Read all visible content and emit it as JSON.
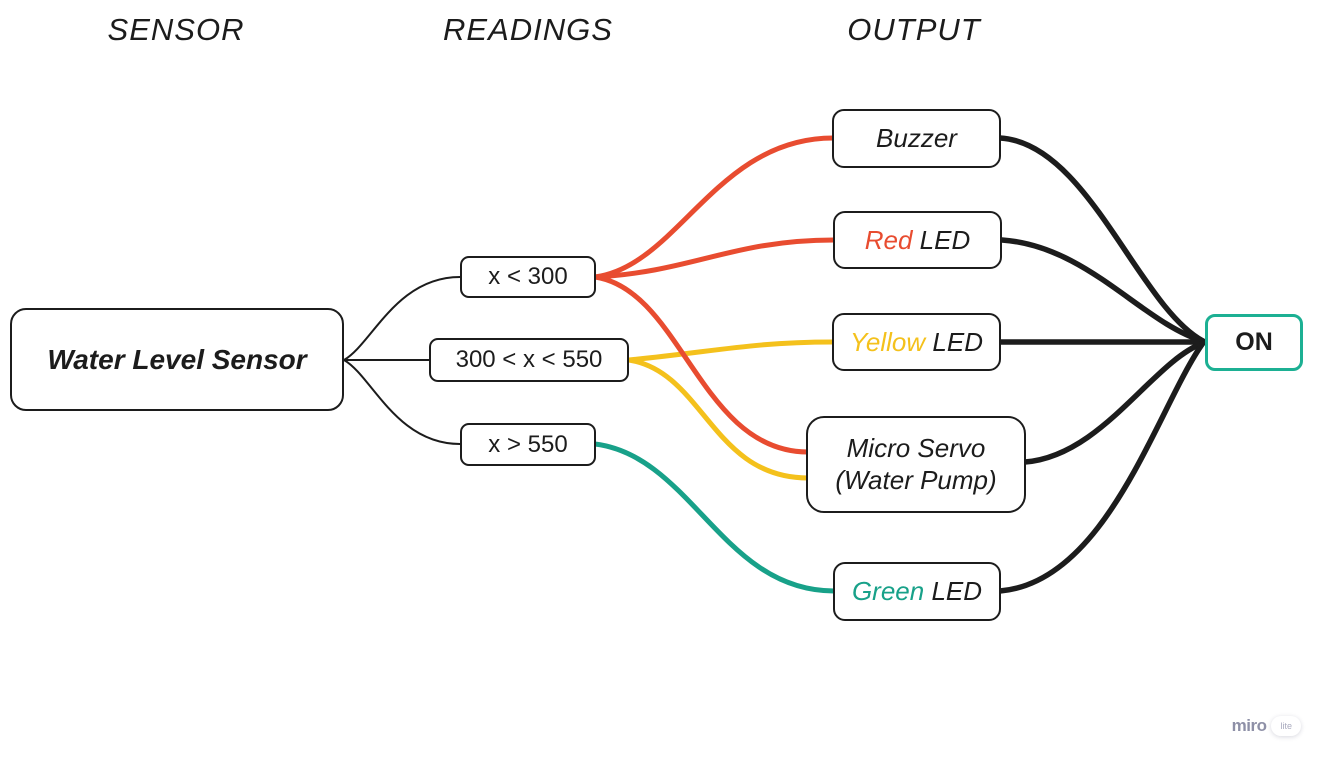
{
  "headers": {
    "sensor": "SENSOR",
    "readings": "READINGS",
    "output": "OUTPUT"
  },
  "sensor_node": {
    "label": "Water Level Sensor"
  },
  "reading_nodes": [
    {
      "label": "x < 300"
    },
    {
      "label": "300 < x < 550"
    },
    {
      "label": "x > 550"
    }
  ],
  "output_nodes": [
    {
      "accent": "",
      "rest": "Buzzer"
    },
    {
      "accent": "Red",
      "rest": "LED",
      "accent_color": "#e84c30"
    },
    {
      "accent": "Yellow",
      "rest": "LED",
      "accent_color": "#f4c11c"
    },
    {
      "line1": "Micro Servo",
      "line2": "(Water Pump)"
    },
    {
      "accent": "Green",
      "rest": "LED",
      "accent_color": "#18a189"
    }
  ],
  "state_node": {
    "label": "ON",
    "border_color": "#1cb093"
  },
  "colors": {
    "ink": "#1c1c1c",
    "red_wire": "#e84c30",
    "yellow_wire": "#f4c11c",
    "green_wire": "#18a189",
    "on_border": "#1cb093"
  },
  "watermark": {
    "brand": "miro",
    "badge": "lite"
  }
}
